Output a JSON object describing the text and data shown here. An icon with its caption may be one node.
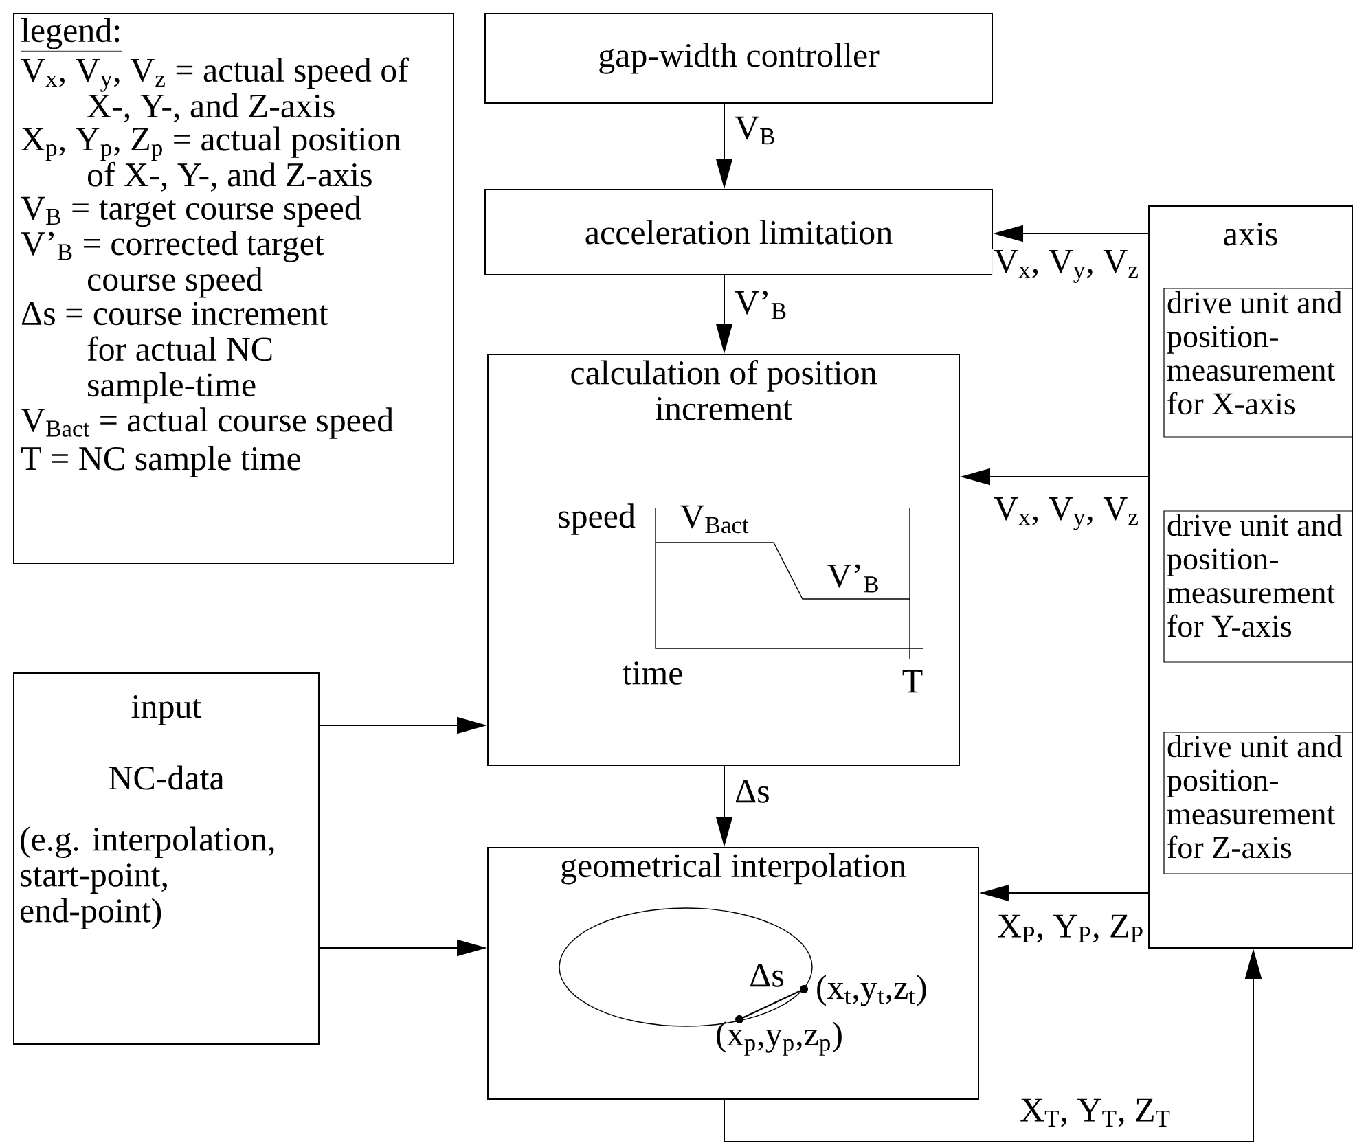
{
  "diagram": {
    "nodes": [
      {
        "text": [
          "legend:",
          "V$_{x}$, V$_{y}$, V$_{z}$ = actual speed of X-, Y-, and Z-axis",
          "X$_{p}$, Y$_{p}$, Z$_{p}$ = actual position of X-, Y-, and Z-axis",
          "V$_{B}$ = target course speed",
          "V’$_{B}$ = corrected target course speed",
          "Δs = course increment for actual NC sample-time",
          "V$_{Bact}$ = actual course speed",
          "T = NC sample time"
        ]
      },
      {
        "text": [
          "gap-width controller"
        ]
      },
      {
        "text": [
          "acceleration limitation"
        ]
      },
      {
        "text": [
          "calculation of position increment"
        ]
      },
      {
        "text": [
          "input",
          "NC-data",
          "(e.g. interpolation, start-point, end-point)"
        ]
      },
      {
        "text": [
          "geometrical interpolation"
        ]
      },
      {
        "text": [
          "axis"
        ]
      },
      {
        "text": [
          "drive unit and position-measurement for X-axis"
        ],
        "in": 6
      },
      {
        "text": [
          "drive unit and position-measurement for Y-axis"
        ],
        "in": 6
      },
      {
        "text": [
          "drive unit and position-measurement for Z-axis"
        ],
        "in": 6
      }
    ],
    "edges": [
      {
        "from": 1,
        "to": 2,
        "arrow": "to",
        "label": "V$_{B}$"
      },
      {
        "from": 6,
        "to": 2,
        "arrow": "to",
        "label": "V$_{x}$, V$_{y}$, V$_{z}$"
      },
      {
        "from": 2,
        "to": 3,
        "arrow": "to",
        "label": "V’$_{B}$"
      },
      {
        "from": 6,
        "to": 3,
        "arrow": "to",
        "label": "V$_{x}$, V$_{y}$, V$_{z}$"
      },
      {
        "from": 4,
        "to": 3,
        "arrow": "to"
      },
      {
        "from": 3,
        "to": 5,
        "arrow": "to",
        "label": "Δs"
      },
      {
        "from": 4,
        "to": 5,
        "arrow": "to"
      },
      {
        "from": 6,
        "to": 5,
        "arrow": "to",
        "label": "X$_{P}$, Y$_{P}$, Z$_{P}$"
      },
      {
        "from": 5,
        "to": 6,
        "arrow": "to",
        "label": "X$_{T}$, Y$_{T}$, Z$_{T}$"
      }
    ],
    "labels": [
      "speed",
      "V$_{Bact}$",
      "V’$_{B}$",
      "time",
      "T",
      "Δs",
      "(x$_{t}$,y$_{t}$,z$_{t}$)",
      "(x$_{p}$,y$_{p}$,z$_{p}$)"
    ]
  }
}
